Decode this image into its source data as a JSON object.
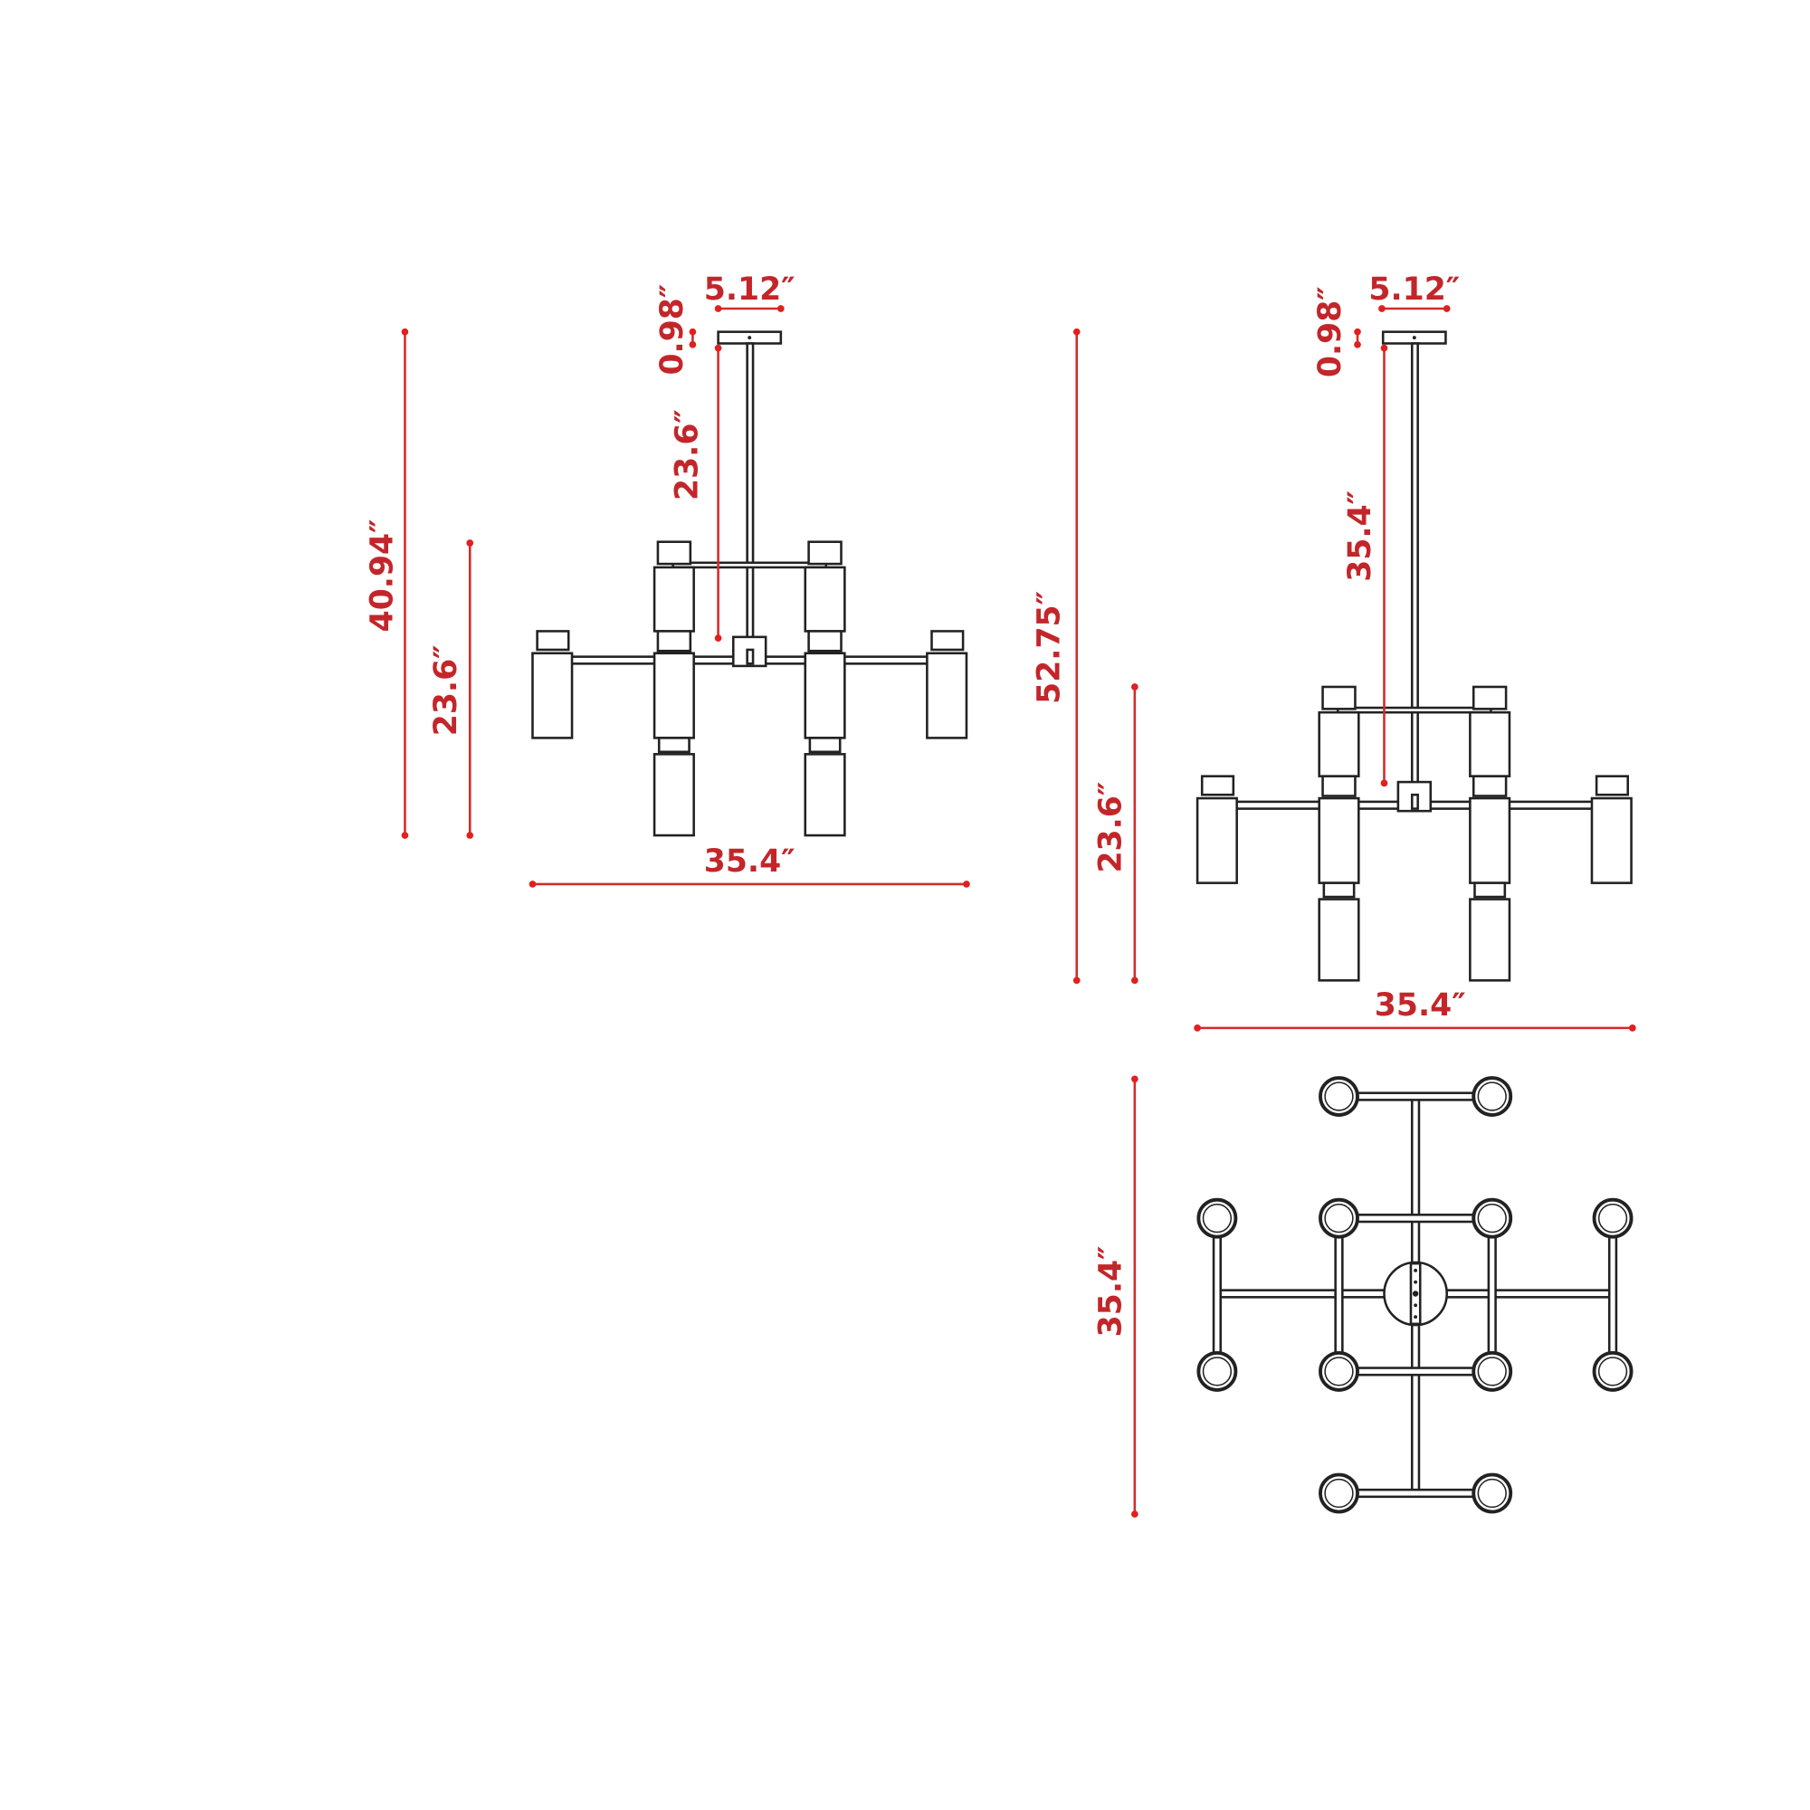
{
  "colors": {
    "dimension": "#d42a2a",
    "label": "#c3262a",
    "line": "#222222"
  },
  "front_view_1": {
    "canopy_width": "5.12″",
    "canopy_height": "0.98″",
    "rod_length": "23.6″",
    "overall_height": "40.94″",
    "body_height": "23.6″",
    "width": "35.4″"
  },
  "front_view_2": {
    "canopy_width": "5.12″",
    "canopy_height": "0.98″",
    "rod_length": "35.4″",
    "overall_height": "52.75″",
    "body_height": "23.6″",
    "width": "35.4″"
  },
  "top_view": {
    "depth": "35.4″"
  }
}
